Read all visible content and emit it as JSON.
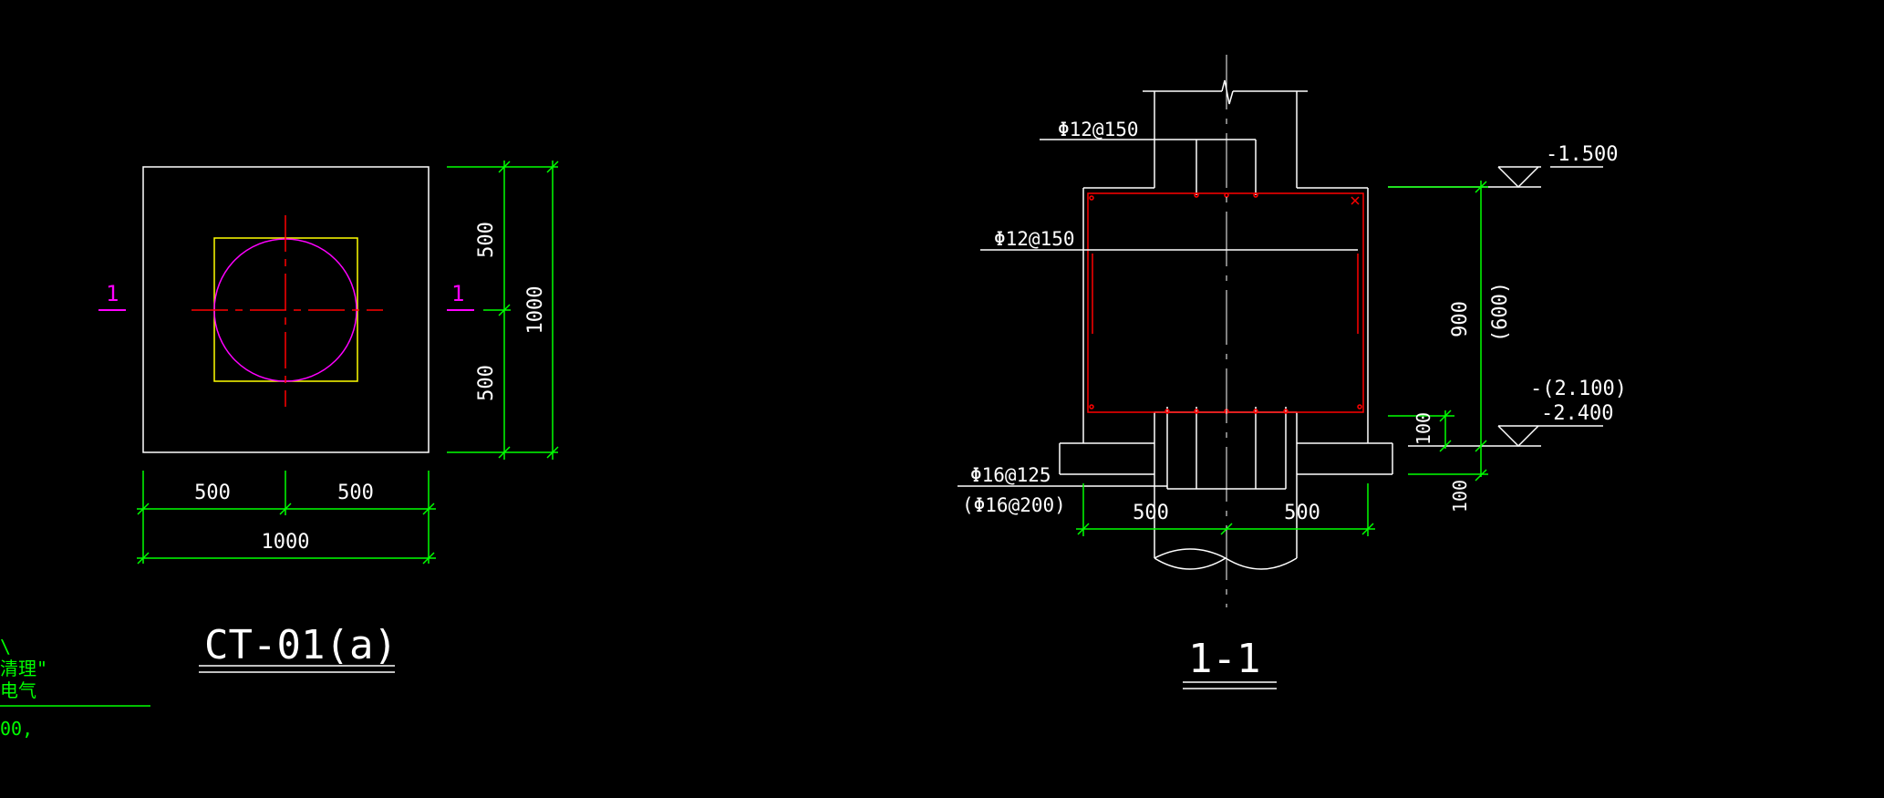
{
  "plan": {
    "title": "CT-01(a)",
    "section_mark_left": "1",
    "section_mark_right": "1",
    "dim_right_upper": "500",
    "dim_right_lower": "500",
    "dim_right_total": "1000",
    "dim_bottom_left": "500",
    "dim_bottom_right": "500",
    "dim_bottom_total": "1000"
  },
  "section": {
    "title": "1-1",
    "rebar_top": "Φ12@150",
    "rebar_side": "Φ12@150",
    "rebar_bottom": "Φ16@125",
    "rebar_bottom_alt": "(Φ16@200)",
    "elev_top": "-1.500",
    "elev_bottom_alt": "-(2.100)",
    "elev_bottom": "-2.400",
    "dim_height": "900",
    "dim_height_alt": "(600)",
    "dim_side_100_upper": "100",
    "dim_side_100_lower": "100",
    "dim_bottom_left": "500",
    "dim_bottom_right": "500"
  },
  "fragment": {
    "line1": "\\",
    "line2": "清理\"",
    "line3": "电气",
    "line4": "00,"
  },
  "colors": {
    "background": "#000000",
    "outline": "#ffffff",
    "dimension": "#00ff00",
    "rebar": "#ff0000",
    "circle": "#ff00ff",
    "pile_square": "#ffff00",
    "centerline": "#ff0000"
  }
}
